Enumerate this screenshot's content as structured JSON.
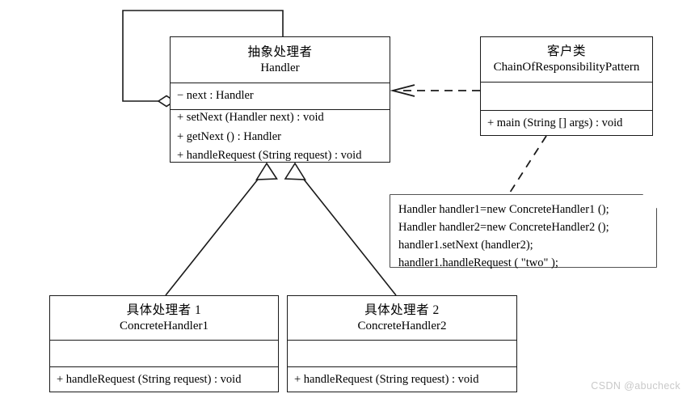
{
  "diagram": {
    "title": "Chain of Responsibility Pattern UML Class Diagram",
    "line_color": "#1a1a1a",
    "background": "#ffffff"
  },
  "classes": {
    "handler": {
      "name_cn": "抽象处理者",
      "name_en": "Handler",
      "attributes": [
        "− next : Handler"
      ],
      "methods": [
        "+ setNext (Handler next) : void",
        "+ getNext () : Handler",
        "+ handleRequest (String request) : void"
      ]
    },
    "client": {
      "name_cn": "客户类",
      "name_en": "ChainOfResponsibilityPattern",
      "attributes": [],
      "methods": [
        "+ main (String [] args) : void"
      ]
    },
    "concrete1": {
      "name_cn": "具体处理者 1",
      "name_en": "ConcreteHandler1",
      "attributes": [],
      "methods": [
        "+ handleRequest (String request) : void"
      ]
    },
    "concrete2": {
      "name_cn": "具体处理者 2",
      "name_en": "ConcreteHandler2",
      "attributes": [],
      "methods": [
        "+ handleRequest (String request) : void"
      ]
    }
  },
  "note": {
    "lines": [
      "Handler handler1=new ConcreteHandler1 ();",
      "Handler handler2=new ConcreteHandler2 ();",
      "handler1.setNext (handler2);",
      "handler1.handleRequest (  \"two\"  );"
    ]
  },
  "relations": {
    "self_aggregation": "aggregation-handler-next",
    "dependency_client_handler": "dependency-dashed-arrow",
    "generalization_1": "generalization-concrete1-handler",
    "generalization_2": "generalization-concrete2-handler",
    "note_anchor": "note-anchor-dashed"
  },
  "watermark": {
    "text": "CSDN @abucheck"
  }
}
